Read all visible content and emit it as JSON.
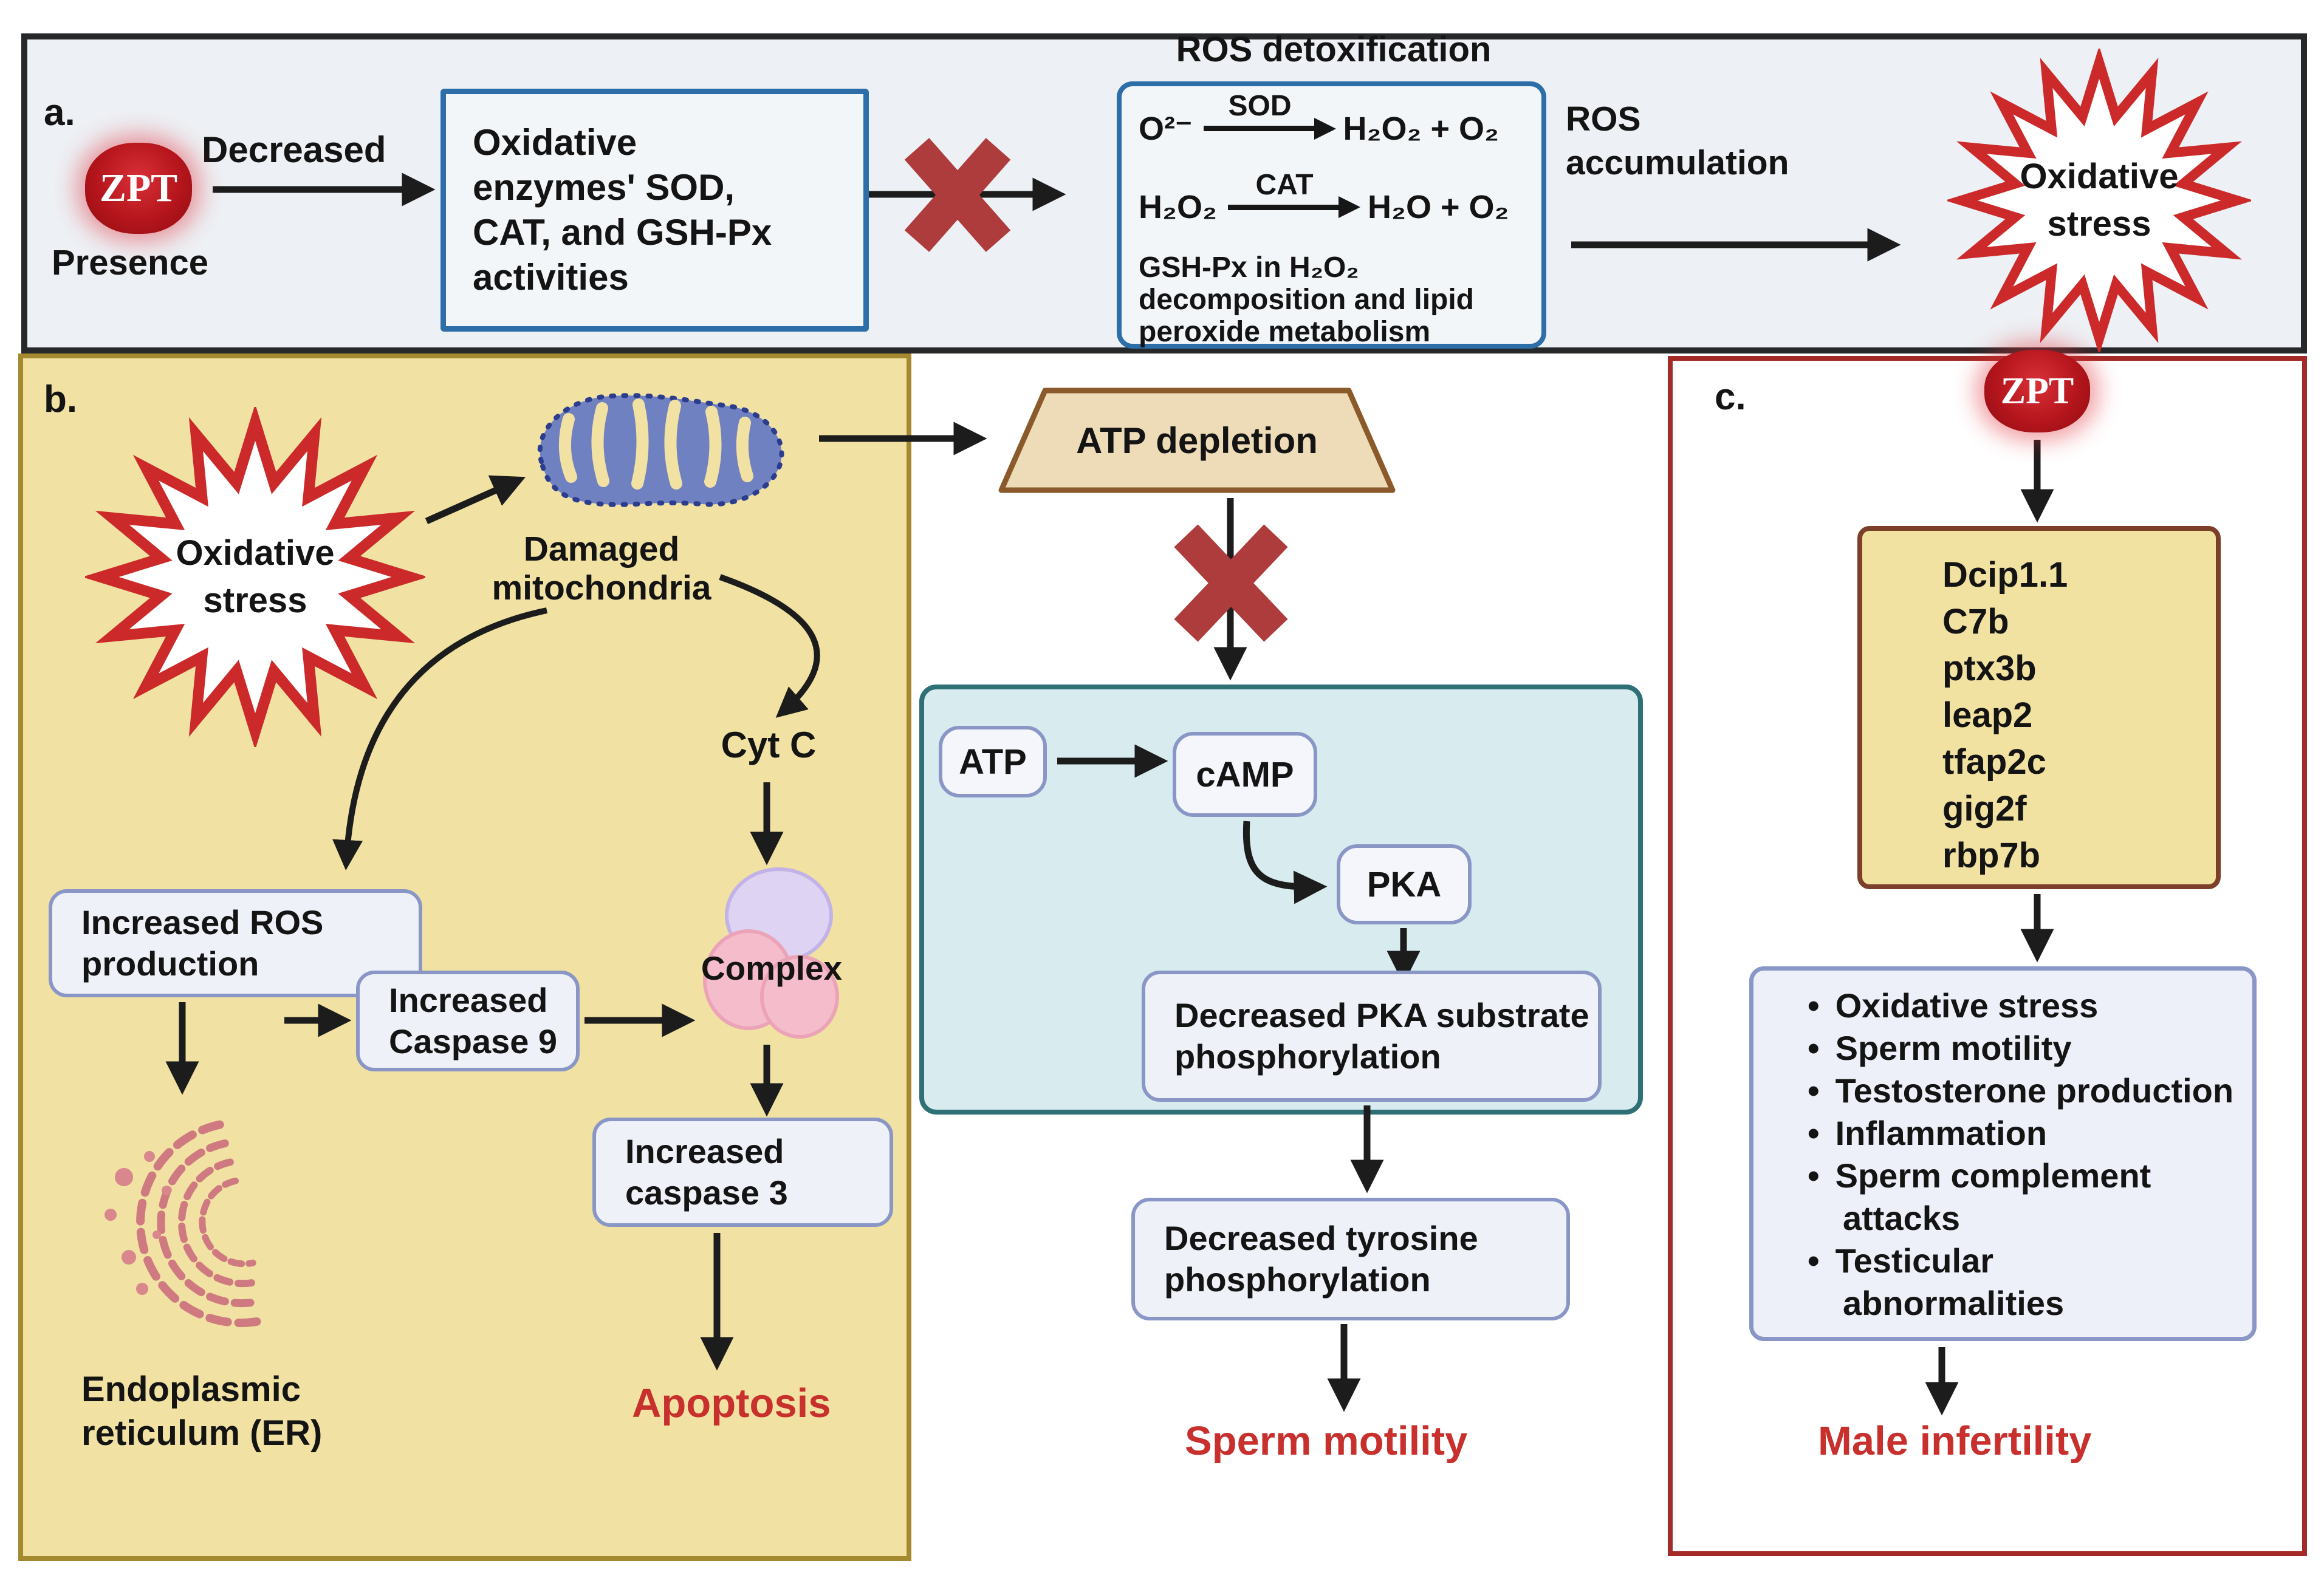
{
  "panel_a": {
    "label": "a.",
    "zpt": "ZPT",
    "presence": "Presence",
    "decreased": "Decreased",
    "enzymes_box": "Oxidative\nenzymes' SOD,\nCAT, and GSH-Px\nactivities",
    "ros_detox_title": "ROS detoxification",
    "eq1": {
      "lhs": "O²⁻",
      "enzyme": "SOD",
      "rhs": "H₂O₂ + O₂"
    },
    "eq2": {
      "lhs": "H₂O₂",
      "enzyme": "CAT",
      "rhs": "H₂O + O₂"
    },
    "eq3": "GSH-Px in H₂O₂\ndecomposition and lipid\nperoxide metabolism",
    "ros_accumulation": "ROS\naccumulation",
    "oxidative_stress": "Oxidative\nstress"
  },
  "panel_b": {
    "label": "b.",
    "oxidative_stress": "Oxidative\nstress",
    "damaged_mitochondria": "Damaged\nmitochondria",
    "increased_ros": "Increased ROS\nproduction",
    "er": "Endoplasmic\nreticulum (ER)",
    "increased_caspase9": "Increased\nCaspase 9",
    "cyt_c": "Cyt C",
    "complex": "Complex",
    "increased_caspase3": "Increased\ncaspase 3",
    "apoptosis": "Apoptosis"
  },
  "panel_mid": {
    "atp_depletion": "ATP depletion",
    "atp": "ATP",
    "camp": "cAMP",
    "pka": "PKA",
    "decreased_pka": "Decreased PKA substrate\nphosphorylation",
    "decreased_tyrosine": "Decreased tyrosine\nphosphorylation",
    "sperm_motility": "Sperm motility"
  },
  "panel_c": {
    "label": "c.",
    "zpt": "ZPT",
    "genes": [
      "Dcip1.1",
      "C7b",
      "ptx3b",
      "leap2",
      "tfap2c",
      "gig2f",
      "rbp7b"
    ],
    "effects": [
      "Oxidative stress",
      "Sperm motility",
      "Testosterone production",
      "Inflammation",
      "Sperm complement\nattacks",
      "Testicular\nabnormalities"
    ],
    "male_infertility": "Male infertility"
  },
  "colors": {
    "panel_a_bg": "#edf0f4",
    "panel_b_bg": "#f1e2a3",
    "panel_b_border": "#a5892e",
    "panel_c_border": "#a32a26",
    "blue_box_border": "#2d6da8",
    "node_border": "#8a97c6",
    "teal_box_bg": "#d8ecf0",
    "teal_box_border": "#2f7077",
    "trapezoid_bg": "#eedcb8",
    "trapezoid_border": "#8a5a2a",
    "gene_box_bg": "#f2e2a2",
    "gene_box_border": "#7c3f2a",
    "zpt_red": "#b5151c",
    "red_text": "#c8302d",
    "x_mark": "#ae3c3c",
    "arrow": "#1c1c1c",
    "starburst_stroke": "#cc2a2a",
    "mitochondria_blue": "#7081c2",
    "er_pink": "#cf7a80"
  }
}
